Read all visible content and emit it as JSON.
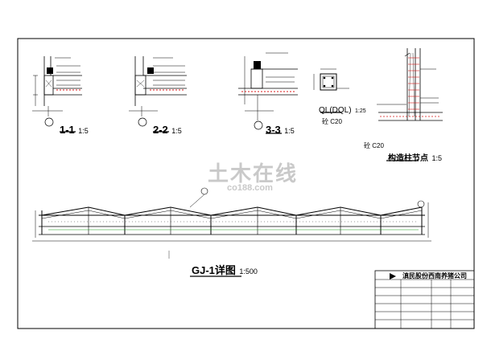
{
  "sections": {
    "s1": {
      "label": "1-1",
      "scale": "1:5"
    },
    "s2": {
      "label": "2-2",
      "scale": "1:5"
    },
    "s3": {
      "label": "3-3",
      "scale": "1:5"
    },
    "ql": {
      "label": "QL(DQL)",
      "scale": "1:25",
      "concrete": "砼 C20"
    },
    "node": {
      "label": "构造柱节点",
      "scale": "1:5",
      "concrete": "砼 C20"
    }
  },
  "elevation": {
    "label": "GJ-1详图",
    "scale": "1:500"
  },
  "watermark": {
    "main": "土木在线",
    "sub": "co188.com"
  },
  "title_block": {
    "company": "滇民股份西南养猪公司"
  },
  "colors": {
    "line": "#000000",
    "red": "#d81818",
    "green": "#1a9a1a",
    "wm": "#cccccc"
  }
}
